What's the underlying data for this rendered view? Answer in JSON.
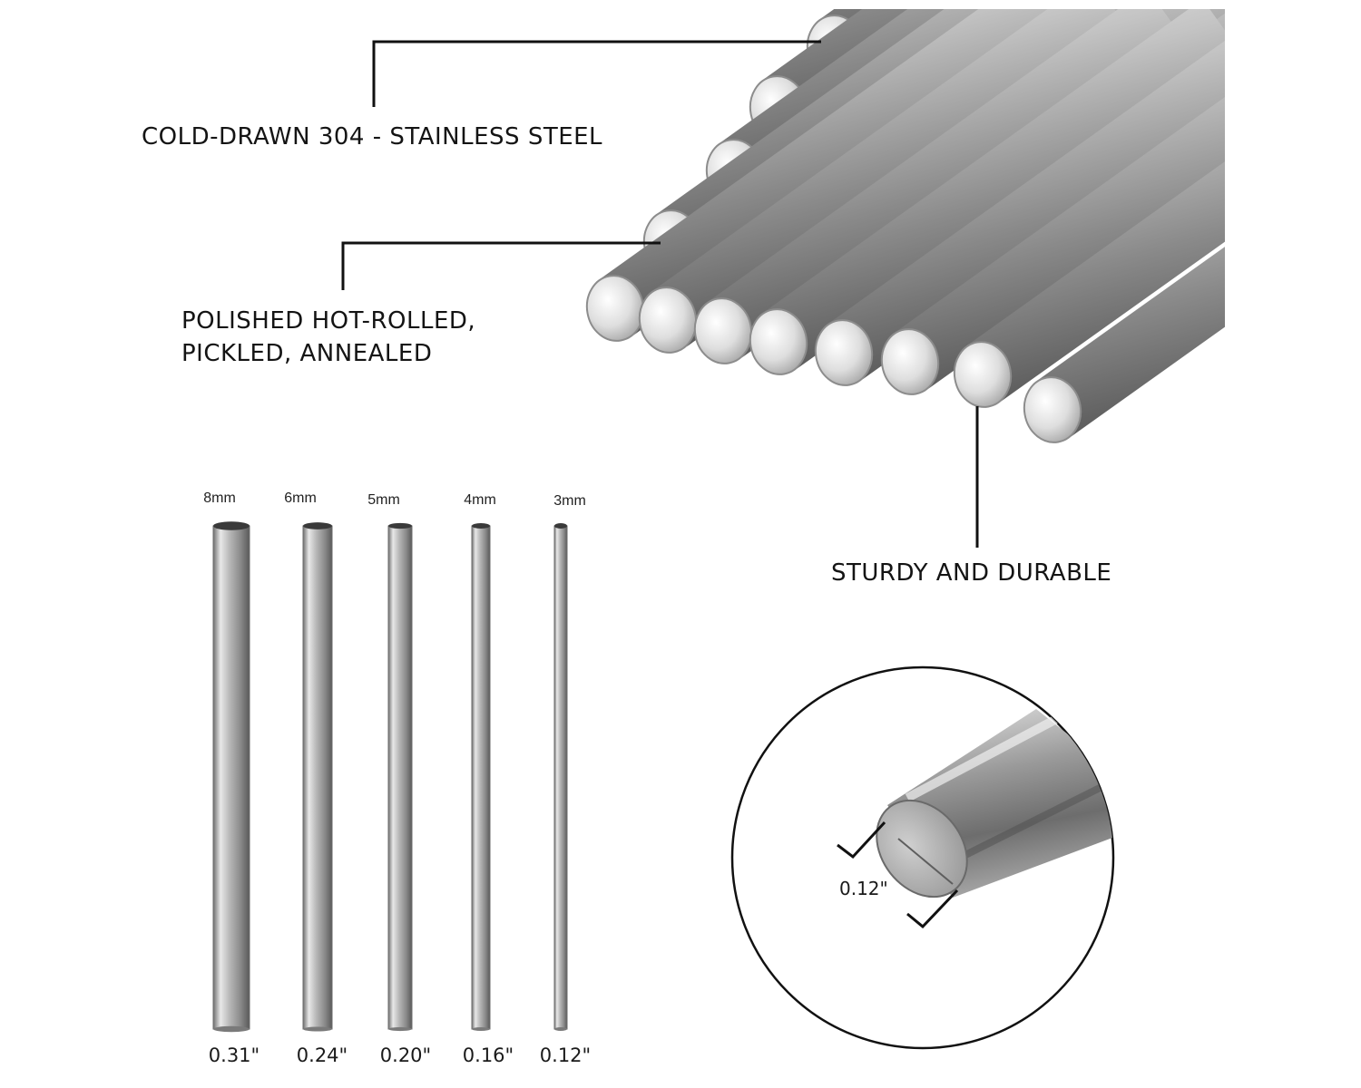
{
  "callouts": {
    "cold_drawn": "COLD-DRAWN 304 - STAINLESS STEEL",
    "polished_line1": "POLISHED HOT-ROLLED,",
    "polished_line2": "PICKLED, ANNEALED",
    "sturdy": "STURDY AND DURABLE"
  },
  "rods": [
    {
      "size": "8mm",
      "inch": "0.31\""
    },
    {
      "size": "6mm",
      "inch": "0.24\""
    },
    {
      "size": "5mm",
      "inch": "0.20\""
    },
    {
      "size": "4mm",
      "inch": "0.16\""
    },
    {
      "size": "3mm",
      "inch": "0.12\""
    }
  ],
  "detail": {
    "inch": "0.12\""
  },
  "colors": {
    "steel_light": "#f2f2f2",
    "steel_mid": "#a9a9a9",
    "steel_dark": "#5a5a5a",
    "line": "#111111"
  },
  "icons": {
    "rod_bundle": "rod-bundle-illustration",
    "detail_circle": "magnified-rod-end"
  }
}
